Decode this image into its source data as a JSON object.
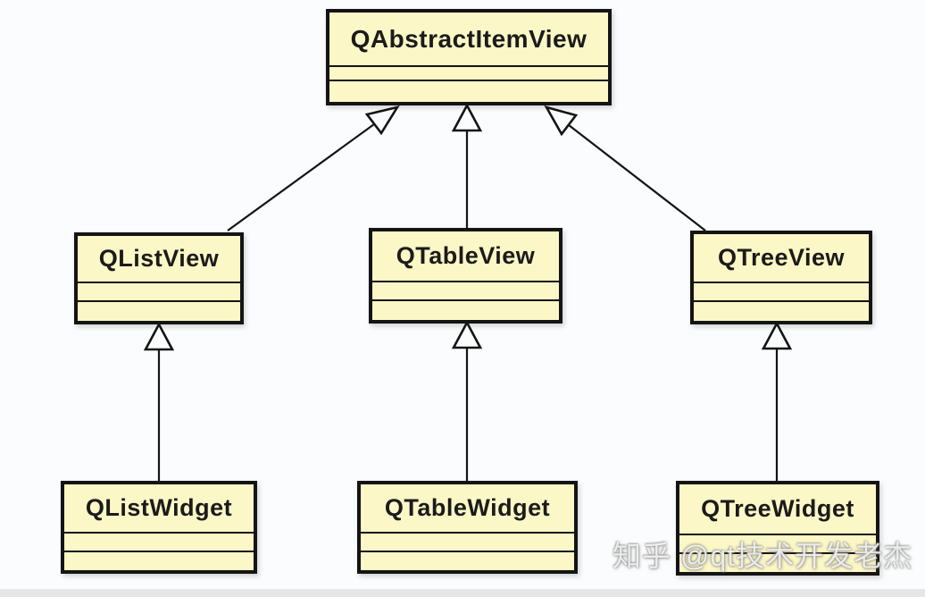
{
  "diagram": {
    "type": "uml-class-diagram",
    "classes": [
      {
        "name": "QAbstractItemView",
        "attributes": [],
        "methods": []
      },
      {
        "name": "QListView",
        "attributes": [],
        "methods": []
      },
      {
        "name": "QTableView",
        "attributes": [],
        "methods": []
      },
      {
        "name": "QTreeView",
        "attributes": [],
        "methods": []
      },
      {
        "name": "QListWidget",
        "attributes": [],
        "methods": []
      },
      {
        "name": "QTableWidget",
        "attributes": [],
        "methods": []
      },
      {
        "name": "QTreeWidget",
        "attributes": [],
        "methods": []
      }
    ],
    "relations": [
      {
        "from": "QListView",
        "to": "QAbstractItemView",
        "type": "inheritance"
      },
      {
        "from": "QTableView",
        "to": "QAbstractItemView",
        "type": "inheritance"
      },
      {
        "from": "QTreeView",
        "to": "QAbstractItemView",
        "type": "inheritance"
      },
      {
        "from": "QListWidget",
        "to": "QListView",
        "type": "inheritance"
      },
      {
        "from": "QTableWidget",
        "to": "QTableView",
        "type": "inheritance"
      },
      {
        "from": "QTreeWidget",
        "to": "QTreeView",
        "type": "inheritance"
      }
    ],
    "colors": {
      "box_fill": "#FBF7C6",
      "box_border": "#141414",
      "line": "#141414",
      "background": "#FBFCFD",
      "bottom_bar": "#E6E6E8"
    }
  },
  "watermark": {
    "text": "知乎 @qt技术开发老杰"
  }
}
